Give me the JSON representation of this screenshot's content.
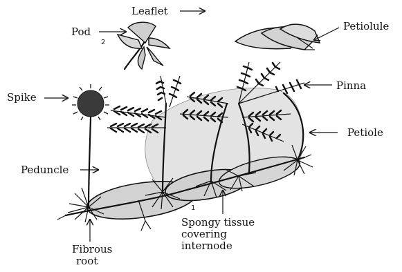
{
  "figure": {
    "labels": {
      "leaflet": "Leaflet",
      "pod": "Pod",
      "petiolule": "Petiolule",
      "pinna": "Pinna",
      "spike": "Spike",
      "petiole": "Petiole",
      "peduncle": "Peduncle",
      "spongy_line1": "Spongy tissue",
      "spongy_line2": "covering",
      "spongy_line3": "internode",
      "fibrous_line1": "Fibrous",
      "fibrous_line2": "root"
    },
    "numbers": {
      "pod_number": "2",
      "plant_number": "1"
    }
  }
}
